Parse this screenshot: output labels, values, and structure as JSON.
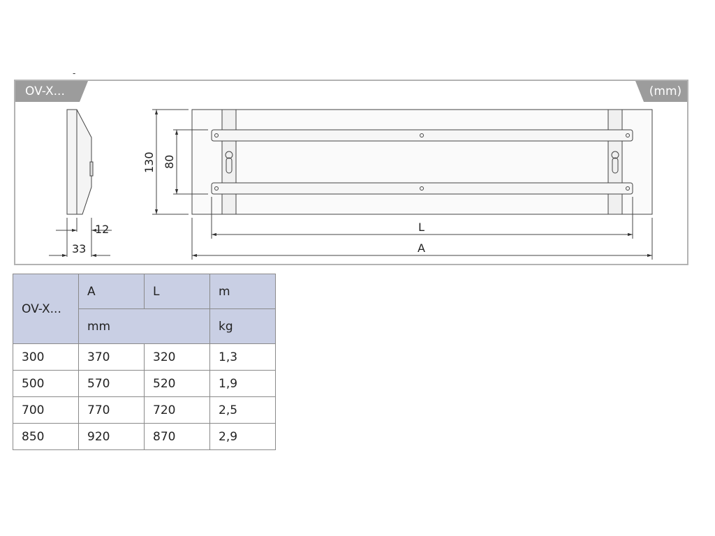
{
  "diagram": {
    "model_tab": "OV-X...",
    "unit_tab": "(mm)",
    "top_mark": "-",
    "side_dims": {
      "depth_total": "33",
      "depth_front": "12"
    },
    "front_dims": {
      "height": "130",
      "rail_spacing": "80",
      "rail_length": "L",
      "total_length": "A"
    }
  },
  "table": {
    "model_header": "OV-X...",
    "columns": [
      "A",
      "L",
      "m"
    ],
    "units": {
      "length_unit": "mm",
      "mass_unit": "kg"
    },
    "rows": [
      [
        "300",
        "370",
        "320",
        "1,3"
      ],
      [
        "500",
        "570",
        "520",
        "1,9"
      ],
      [
        "700",
        "770",
        "720",
        "2,5"
      ],
      [
        "850",
        "920",
        "870",
        "2,9"
      ]
    ]
  }
}
